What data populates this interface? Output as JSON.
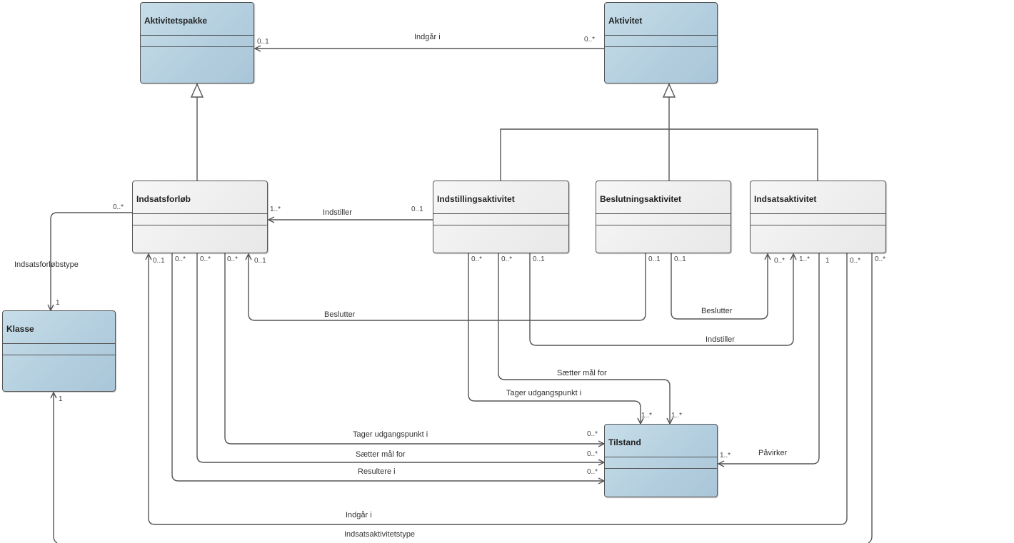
{
  "diagram": {
    "type": "UML class diagram",
    "classes": {
      "aktivitetspakke": "Aktivitetspakke",
      "aktivitet": "Aktivitet",
      "indsatsforloeb": "Indsatsforløb",
      "indstillingsaktivitet": "Indstillingsaktivitet",
      "beslutningsaktivitet": "Beslutningsaktivitet",
      "indsatsaktivitet": "Indsatsaktivitet",
      "klasse": "Klasse",
      "tilstand": "Tilstand"
    },
    "associations": {
      "aktivitet_indgaar_i_aktivitetspakke": {
        "label": "Indgår i",
        "source_mult": "0..*",
        "target_mult": "0..1"
      },
      "indstilling_indstiller_forloeb": {
        "label": "Indstiller",
        "source_mult": "0..1",
        "target_mult": "1..*"
      },
      "forloeb_type_klasse": {
        "label": "Indsatsforløbstype",
        "source_mult": "0..*",
        "target_mult": "1"
      },
      "beslutning_beslutter_forloeb": {
        "label": "Beslutter",
        "source_mult": "0..1",
        "target_mult": "0..1"
      },
      "beslutning_beslutter_indsats": {
        "label": "Beslutter",
        "source_mult": "0..1",
        "target_mult": "0..*"
      },
      "indstilling_indstiller_indsats": {
        "label": "Indstiller",
        "source_mult": "0..1",
        "target_mult": "1..*"
      },
      "indstilling_saetter_maal_tilstand": {
        "label": "Sætter mål for",
        "source_mult": "0..*",
        "target_mult": "1..*"
      },
      "indstilling_tager_udgangspunkt_tilstand": {
        "label": "Tager udgangspunkt i",
        "source_mult": "0..*",
        "target_mult": "1..*"
      },
      "forloeb_tager_udgangspunkt_tilstand": {
        "label": "Tager udgangspunkt i",
        "source_mult": "0..*",
        "target_mult": "0..*"
      },
      "forloeb_saetter_maal_tilstand": {
        "label": "Sætter mål for",
        "source_mult": "0..*",
        "target_mult": "0..*"
      },
      "forloeb_resultere_tilstand": {
        "label": "Resultere i",
        "source_mult": "0..*",
        "target_mult": "0..*"
      },
      "indsats_paavirker_tilstand": {
        "label": "Påvirker",
        "source_mult": "1",
        "target_mult": "1..*"
      },
      "indsats_indgaar_i_forloeb": {
        "label": "Indgår i",
        "source_mult": "0..*",
        "target_mult": "0..1"
      },
      "indsats_type_klasse": {
        "label": "Indsatsaktivitetstype",
        "source_mult": "0..*",
        "target_mult": "1"
      }
    },
    "generalizations": [
      {
        "child": "Indsatsforløb",
        "parent": "Aktivitetspakke"
      },
      {
        "child": "Indstillingsaktivitet",
        "parent": "Aktivitet"
      },
      {
        "child": "Beslutningsaktivitet",
        "parent": "Aktivitet"
      },
      {
        "child": "Indsatsaktivitet",
        "parent": "Aktivitet"
      }
    ]
  },
  "colors": {
    "abstract_class_fill": "#b4cfdf",
    "concrete_class_fill": "#eeeeee",
    "line": "#555555"
  }
}
